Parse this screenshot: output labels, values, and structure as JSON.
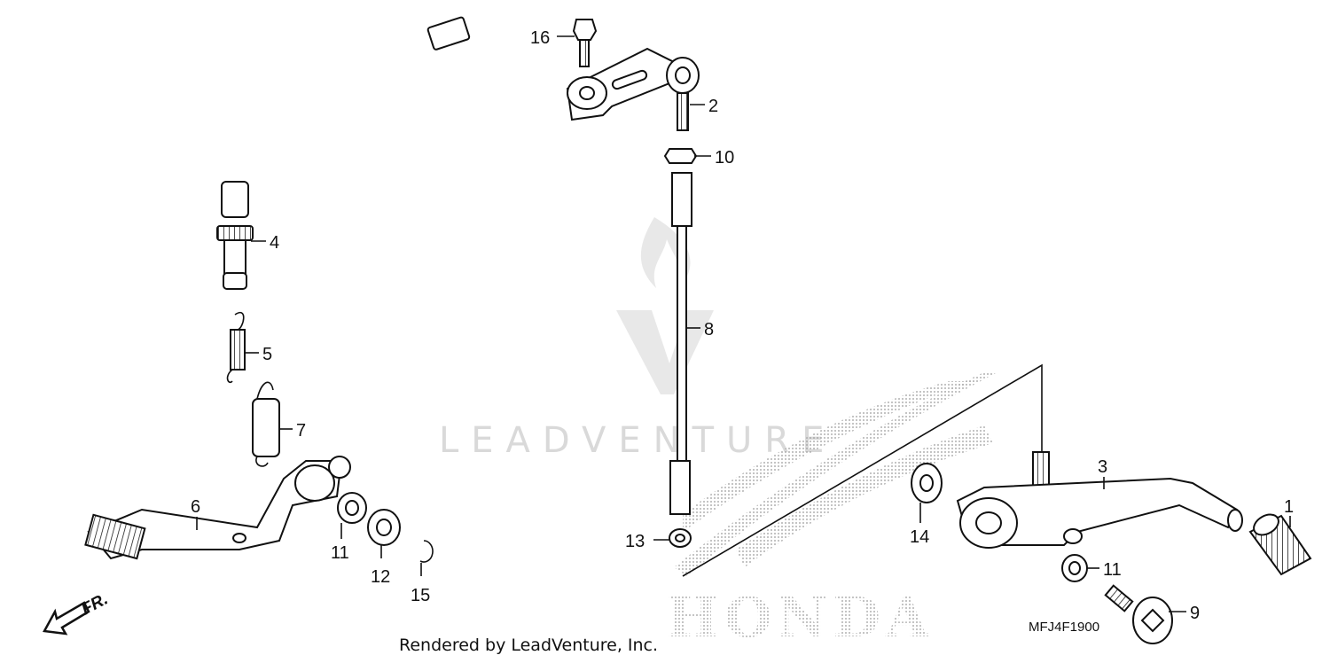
{
  "diagram": {
    "callouts": [
      {
        "id": "1",
        "label": "1"
      },
      {
        "id": "2",
        "label": "2"
      },
      {
        "id": "3",
        "label": "3"
      },
      {
        "id": "4",
        "label": "4"
      },
      {
        "id": "5",
        "label": "5"
      },
      {
        "id": "6",
        "label": "6"
      },
      {
        "id": "7",
        "label": "7"
      },
      {
        "id": "8",
        "label": "8"
      },
      {
        "id": "9",
        "label": "9"
      },
      {
        "id": "10",
        "label": "10"
      },
      {
        "id": "11a",
        "label": "11"
      },
      {
        "id": "11b",
        "label": "11"
      },
      {
        "id": "12",
        "label": "12"
      },
      {
        "id": "13",
        "label": "13"
      },
      {
        "id": "14",
        "label": "14"
      },
      {
        "id": "15",
        "label": "15"
      },
      {
        "id": "16",
        "label": "16"
      }
    ],
    "front_marker": "FR.",
    "diagram_code": "MFJ4F1900",
    "footer_credit": "Rendered by LeadVenture, Inc.",
    "watermark_text": "LEADVENTURE",
    "brand_logo_text": "HONDA",
    "colors": {
      "line": "#111111",
      "watermark": "#d9d9d9",
      "background": "#ffffff"
    }
  }
}
